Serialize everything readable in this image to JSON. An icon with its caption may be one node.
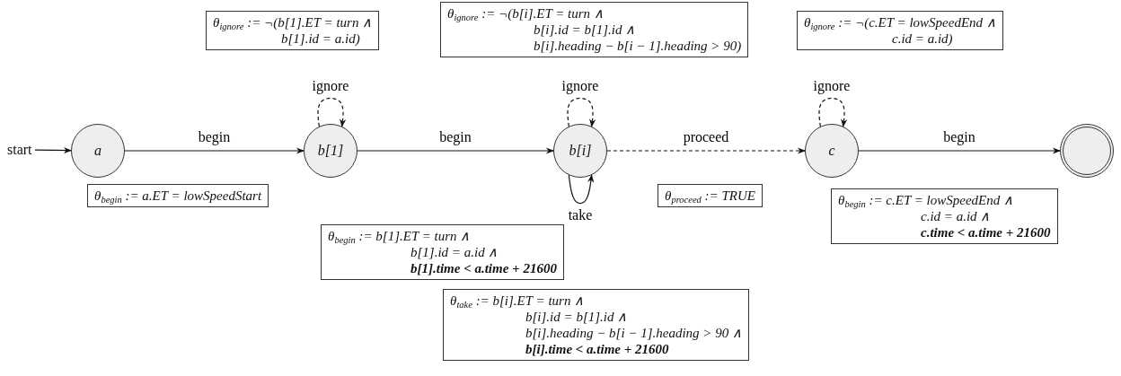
{
  "diagram": {
    "nodes": [
      {
        "text": [
          "θ$_{ignore}$ := ¬(b[1].ET = turn ∧ b[1].id = a.id)"
        ]
      },
      {
        "text": [
          "θ$_{ignore}$ := ¬(b[i].ET = turn ∧ b[i].id = b[1].id ∧ b[i].heading − b[i − 1].heading > 90)"
        ]
      },
      {
        "text": [
          "θ$_{ignore}$ := ¬(c.ET = lowSpeedEnd ∧ c.id = a.id)"
        ]
      },
      {
        "text": [
          "start"
        ]
      },
      {
        "text": [
          "a"
        ]
      },
      {
        "text": [
          "b[1]"
        ]
      },
      {
        "text": [
          "b[i]"
        ]
      },
      {
        "text": [
          "c"
        ]
      },
      {
        "text": [],
        "shape": "circle"
      },
      {
        "text": [
          "θ$_{begin}$ := a.ET = lowSpeedStart"
        ]
      },
      {
        "text": [
          "θ$_{proceed}$ := TRUE"
        ]
      },
      {
        "text": [
          "θ$_{begin}$ := c.ET = lowSpeedEnd ∧ c.id = a.id ∧ **c.time < a.time + 21600**"
        ]
      },
      {
        "text": [
          "θ$_{begin}$ := b[1].ET = turn ∧ b[1].id = a.id ∧ **b[1].time < a.time + 21600**"
        ]
      },
      {
        "text": [
          "θ$_{take}$ := b[i].ET = turn ∧ b[i].id = b[1].id ∧ b[i].heading − b[i − 1].heading > 90 ∧ **b[i].time < a.time + 21600**"
        ]
      }
    ],
    "edges": [
      {
        "from": 3,
        "to": 4,
        "arrow": "to"
      },
      {
        "from": 4,
        "to": 5,
        "arrow": "to",
        "label": "begin"
      },
      {
        "from": 5,
        "to": 5,
        "arrow": "to",
        "label": "ignore",
        "style": "dashed"
      },
      {
        "from": 5,
        "to": 6,
        "arrow": "to",
        "label": "begin"
      },
      {
        "from": 6,
        "to": 6,
        "arrow": "to",
        "label": "ignore",
        "style": "dashed"
      },
      {
        "from": 6,
        "to": 6,
        "arrow": "to",
        "label": "take"
      },
      {
        "from": 6,
        "to": 7,
        "arrow": "to",
        "label": "proceed",
        "style": "dashed"
      },
      {
        "from": 7,
        "to": 7,
        "arrow": "to",
        "label": "ignore",
        "style": "dashed"
      },
      {
        "from": 7,
        "to": 8,
        "arrow": "to",
        "label": "begin"
      }
    ]
  }
}
